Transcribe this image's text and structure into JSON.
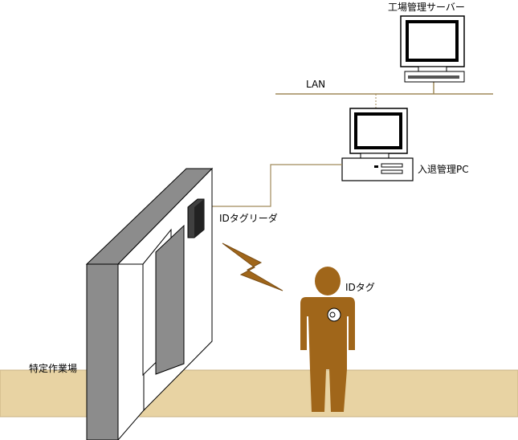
{
  "labels": {
    "server": "工場管理サーバー",
    "lan": "LAN",
    "pc": "入退管理PC",
    "reader": "IDタグリーダ",
    "tag": "IDタグ",
    "area": "特定作業場"
  },
  "colors": {
    "floor": "#e8d3a3",
    "floor_edge": "#c9b282",
    "cable": "#a08a5a",
    "gate_dark": "#8c8c8c",
    "gate_light": "#ffffff",
    "person": "#a0661a",
    "bolt": "#a0661a"
  }
}
